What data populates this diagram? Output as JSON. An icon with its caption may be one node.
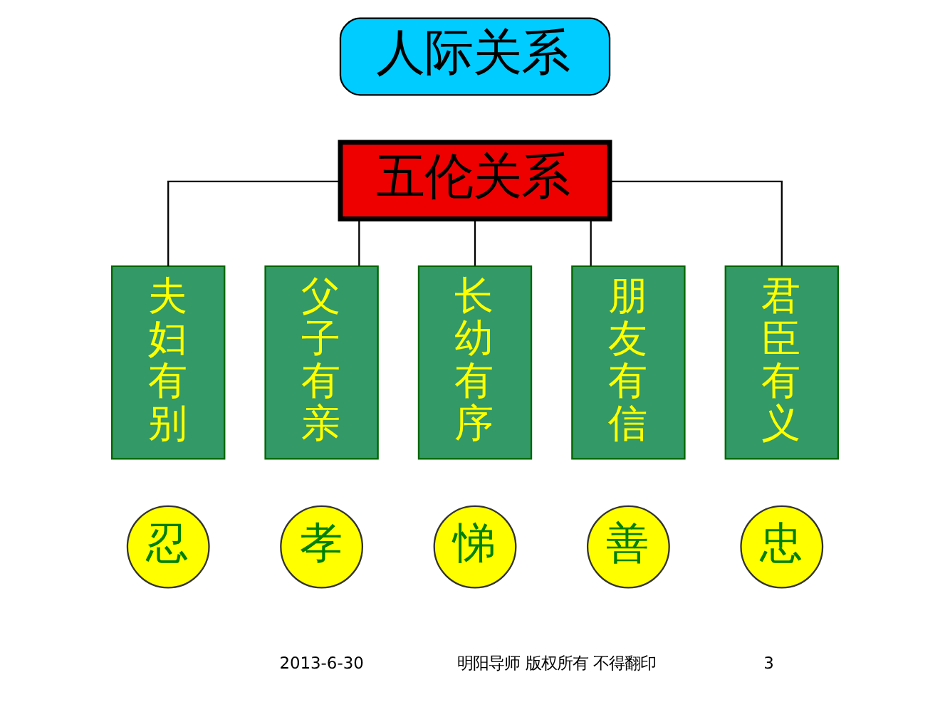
{
  "diagram": {
    "nodes": [
      {
        "text": [
          "人际关系"
        ]
      },
      {
        "text": [
          "五伦关系"
        ]
      },
      {
        "text": [
          "夫妇有别"
        ]
      },
      {
        "text": [
          "父子有亲"
        ]
      },
      {
        "text": [
          "长幼有序"
        ]
      },
      {
        "text": [
          "朋友有信"
        ]
      },
      {
        "text": [
          "君臣有义"
        ]
      },
      {
        "text": [
          "忍"
        ]
      },
      {
        "text": [
          "孝"
        ]
      },
      {
        "text": [
          "悌"
        ]
      },
      {
        "text": [
          "善"
        ]
      },
      {
        "text": [
          "忠"
        ]
      }
    ],
    "edges": [
      {
        "from": 1,
        "to": 2,
        "arrow": "none"
      },
      {
        "from": 1,
        "to": 3,
        "arrow": "none"
      },
      {
        "from": 1,
        "to": 4,
        "arrow": "none"
      },
      {
        "from": 1,
        "to": 5,
        "arrow": "none"
      },
      {
        "from": 1,
        "to": 6,
        "arrow": "none"
      }
    ],
    "labels": [
      "2013-6-30",
      "明阳导师 版权所有 不得翻印",
      "3"
    ]
  }
}
